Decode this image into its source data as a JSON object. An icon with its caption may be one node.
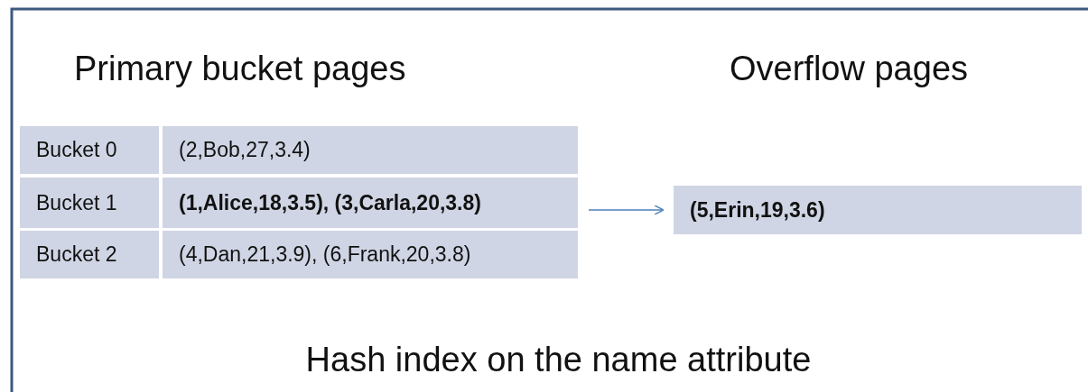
{
  "diagram": {
    "caption": "Hash index on the name attribute",
    "nodes": [
      {
        "text": [
          "Bucket 0"
        ]
      },
      {
        "text": [
          "(2,Bob,27,3.4)"
        ]
      },
      {
        "text": [
          "Bucket 1"
        ]
      },
      {
        "text": [
          "(1,Alice,18,3.5), (3,Carla,20,3.8)"
        ]
      },
      {
        "text": [
          "Bucket 2"
        ]
      },
      {
        "text": [
          "(4,Dan,21,3.9), (6,Frank,20,3.8)"
        ]
      },
      {
        "text": [
          "(5,Erin,19,3.6)"
        ]
      }
    ],
    "edges": [
      {
        "from": 3,
        "to": 6,
        "arrow": "to"
      }
    ],
    "labels": [
      "Primary bucket pages",
      "Overflow pages"
    ]
  }
}
